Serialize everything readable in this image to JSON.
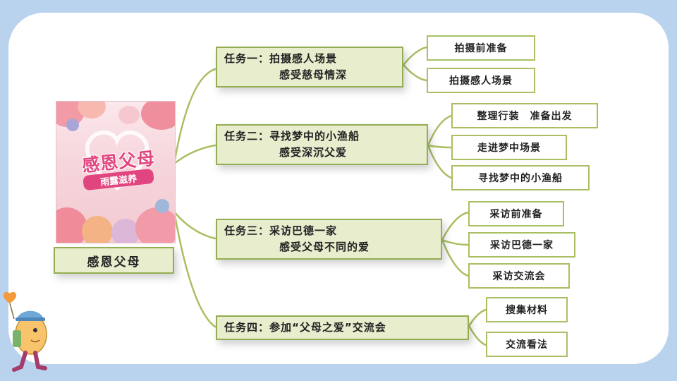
{
  "root": {
    "label": "感恩父母",
    "poster_title": "感恩父母",
    "poster_subtitle": "雨露滋养"
  },
  "tasks": [
    {
      "line1": "任务一：拍摄感人场景",
      "line2": "感受慈母情深",
      "children": [
        "拍摄前准备",
        "拍摄感人场景"
      ]
    },
    {
      "line1": "任务二：寻找梦中的小渔船",
      "line2": "感受深沉父爱",
      "children": [
        "整理行装　准备出发",
        "走进梦中场景",
        "寻找梦中的小渔船"
      ]
    },
    {
      "line1": "任务三：采访巴德一家",
      "line2": "感受父母不同的爱",
      "children": [
        "采访前准备",
        "采访巴德一家",
        "采访交流会"
      ]
    },
    {
      "line1": "任务四：参加“父母之爱”交流会",
      "line2": "",
      "children": [
        "搜集材料",
        "交流看法"
      ]
    }
  ],
  "colors": {
    "background": "#b9d3ee",
    "line": "#a9bf62",
    "task_fill": "#e7edcd",
    "task_border": "#94ad52"
  }
}
